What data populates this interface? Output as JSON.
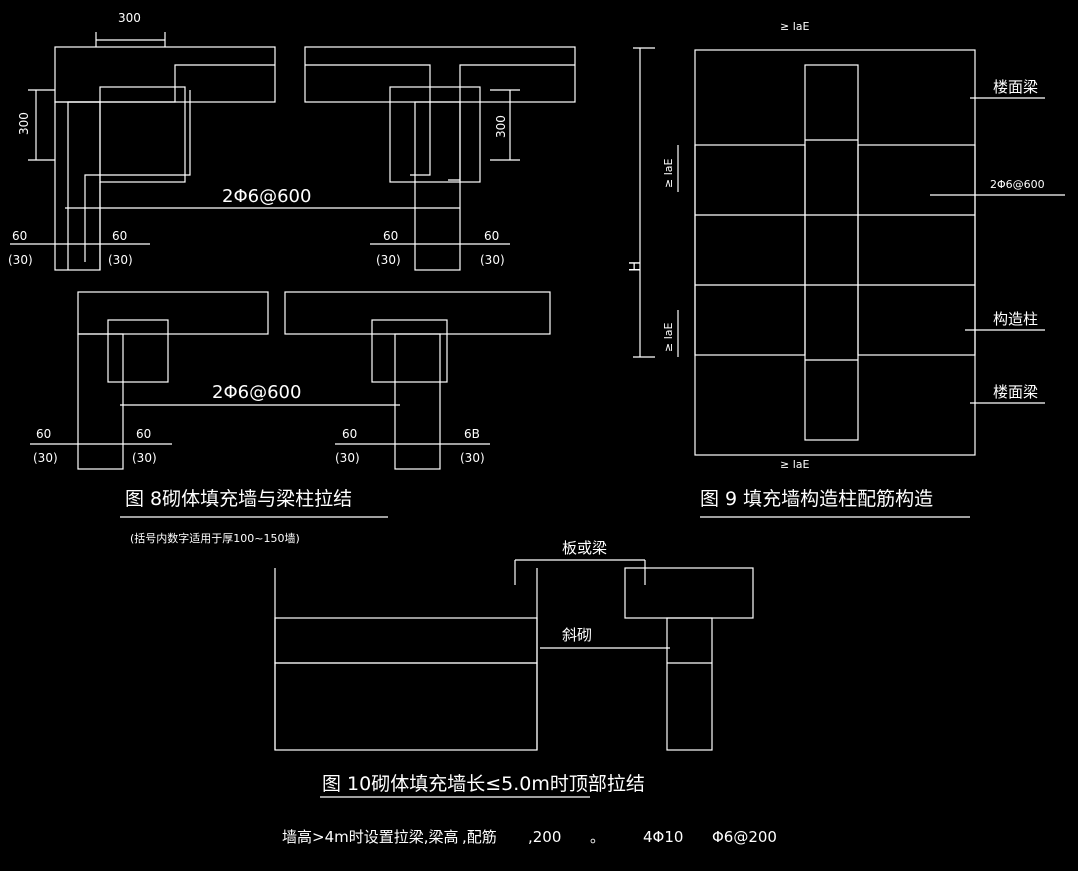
{
  "fig8": {
    "dim_top": "300",
    "dim_left": "300",
    "dim_right": "300",
    "rebar_a": "2Φ6@600",
    "rebar_b": "2Φ6@600",
    "d60": "60",
    "d30": "(30)",
    "d6B": "6B",
    "caption": "图  8砌体填充墙与梁柱拉结",
    "note": "(括号内数字适用于厚100~150墙)"
  },
  "fig9": {
    "lae_top": "≥ laE",
    "lae_bottom": "≥ laE",
    "lae_side": "≥ laE",
    "height": "H",
    "label_floor_beam": "楼面梁",
    "label_rebar": "2Φ6@600",
    "label_column": "构造柱",
    "caption": "图  9 填充墙构造柱配筋构造"
  },
  "fig10": {
    "label_slab_beam": "板或梁",
    "label_oblique": "斜砌",
    "caption": "图 10砌体填充墙长≤5.0m时顶部拉结",
    "footnote_1": "墙高>4m时设置拉梁,梁高",
    "footnote_2": ",配筋",
    "footnote_3": ",200",
    "footnote_4": "。",
    "footnote_5": "4Φ10",
    "footnote_6": "Φ6@200"
  },
  "colors": {
    "background": "#000000",
    "lines": "#ffffff"
  }
}
